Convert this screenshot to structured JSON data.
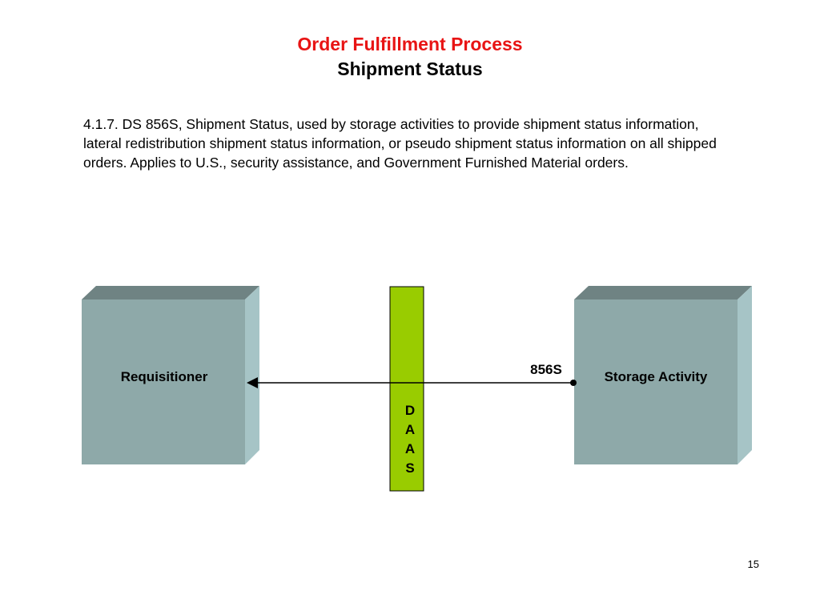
{
  "title": {
    "main": "Order Fulfillment Process",
    "sub": "Shipment Status"
  },
  "body_text": "4.1.7. DS 856S, Shipment Status, used by storage activities to provide shipment status information, lateral redistribution shipment status information, or pseudo shipment status information on all shipped orders. Applies to U.S., security assistance, and Government Furnished Material orders.",
  "diagram": {
    "left_box": {
      "label": "Requisitioner"
    },
    "right_box": {
      "label": "Storage Activity"
    },
    "middle_bar": {
      "letters": [
        "D",
        "A",
        "A",
        "S"
      ]
    },
    "connector": {
      "label": "856S",
      "direction": "right-to-left"
    },
    "colors": {
      "box_front": "#8ea9a9",
      "box_top": "#6f8383",
      "box_side": "#a6c4c6",
      "bar_fill": "#99cc00",
      "title_red": "#e81414"
    }
  },
  "page_number": "15"
}
